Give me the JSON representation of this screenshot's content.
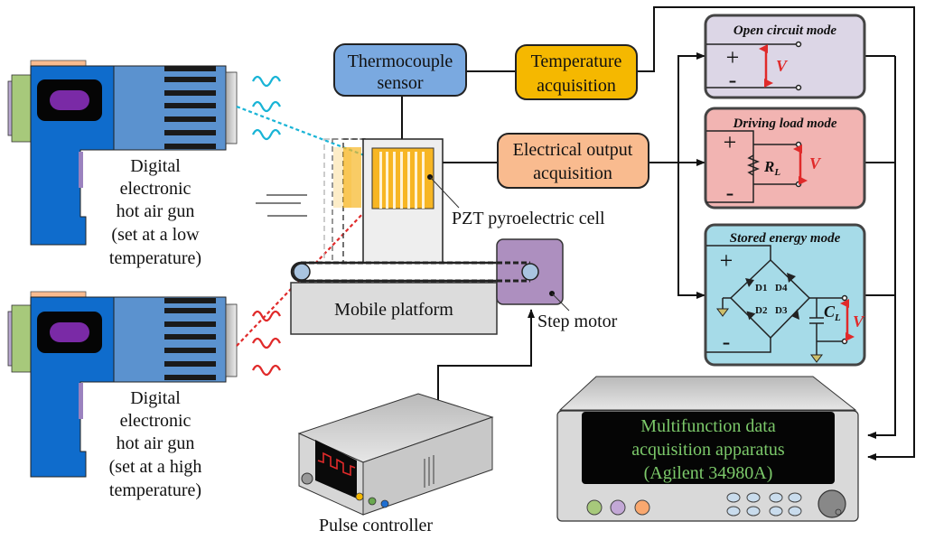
{
  "colors": {
    "thermocouple": "#7aa9e0",
    "temperature_acq": "#f5b800",
    "electrical_acq": "#f9bb8f",
    "open_circuit": "#dcd6e6",
    "driving_load": "#f2b4b2",
    "stored_energy": "#a6dbe8",
    "gun_body": "#0f6ccc",
    "gun_barrel": "#5b92cf",
    "low_temp_wave": "#19b4d6",
    "high_temp_wave": "#e02a2a",
    "display_text": "#7cc96a",
    "motor": "#ad8fbf",
    "pzt": "#f7b623"
  },
  "blocks": {
    "thermocouple": {
      "line1": "Thermocouple",
      "line2": "sensor"
    },
    "temperature": {
      "line1": "Temperature",
      "line2": "acquisition"
    },
    "electrical": {
      "line1": "Electrical output",
      "line2": "acquisition"
    }
  },
  "modes": {
    "open": {
      "title": "Open circuit mode",
      "plus": "+",
      "minus": "-",
      "v": "V"
    },
    "load": {
      "title": "Driving load mode",
      "plus": "+",
      "minus": "-",
      "v": "V",
      "r": "R",
      "r_sub": "L"
    },
    "stored": {
      "title": "Stored energy mode",
      "plus": "+",
      "minus": "-",
      "v": "V",
      "c": "C",
      "c_sub": "L",
      "d1": "D1",
      "d2": "D2",
      "d3": "D3",
      "d4": "D4"
    }
  },
  "gun_low": {
    "lines": [
      "Digital",
      "electronic",
      "hot air gun",
      "(set at a low",
      "temperature)"
    ]
  },
  "gun_high": {
    "lines": [
      "Digital",
      "electronic",
      "hot air gun",
      "(set at a high",
      "temperature)"
    ]
  },
  "labels": {
    "pzt": "PZT pyroelectric cell",
    "platform": "Mobile platform",
    "motor": "Step motor",
    "pulse": "Pulse controller"
  },
  "daq": {
    "lines": [
      "Multifunction data",
      "acquisition apparatus",
      "(Agilent 34980A)"
    ]
  }
}
